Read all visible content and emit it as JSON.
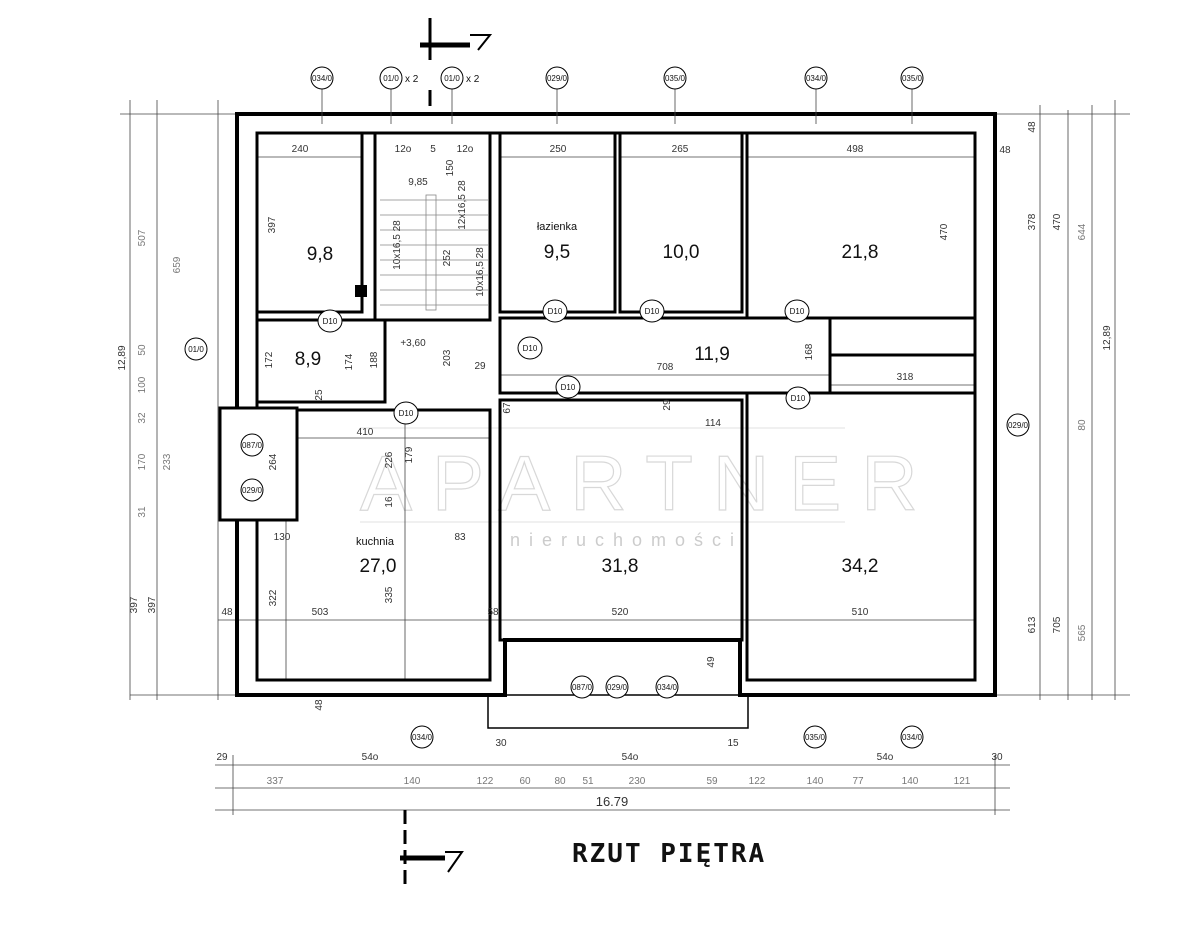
{
  "title": "RZUT PIĘTRA",
  "watermark": {
    "brand": "APARTNER",
    "sub": "nieruchomości"
  },
  "rooms": [
    {
      "name": "",
      "area": "9,8"
    },
    {
      "name": "łazienka",
      "area": "9,5"
    },
    {
      "name": "",
      "area": "10,0"
    },
    {
      "name": "",
      "area": "21,8"
    },
    {
      "name": "",
      "area": "8,9"
    },
    {
      "name": "",
      "area": "11,9"
    },
    {
      "name": "kuchnia",
      "area": "27,0"
    },
    {
      "name": "",
      "area": "31,8"
    },
    {
      "name": "",
      "area": "34,2"
    }
  ],
  "dimensions": [
    "240",
    "12o",
    "5",
    "12o",
    "9,85",
    "150",
    "10x16,5 28",
    "12x16,5 28",
    "252",
    "10x16,5 28",
    "+3,60",
    "203",
    "250",
    "265",
    "498",
    "48",
    "48",
    "397",
    "470",
    "378",
    "470",
    "644",
    "12,89",
    "12,89",
    "507",
    "659",
    "50",
    "100",
    "32",
    "170",
    "233",
    "31",
    "397",
    "397",
    "172",
    "174",
    "188",
    "25",
    "29",
    "708",
    "168",
    "318",
    "67",
    "29",
    "114",
    "410",
    "264",
    "226",
    "179",
    "16",
    "130",
    "83",
    "322",
    "335",
    "48",
    "503",
    "58",
    "520",
    "510",
    "48",
    "49",
    "613",
    "705",
    "565",
    "80"
  ],
  "bottom_dimensions": {
    "row1": [
      "29",
      "54o",
      "30",
      "54o",
      "15",
      "54o",
      "30"
    ],
    "row2": [
      "337",
      "140",
      "122",
      "60",
      "80",
      "51",
      "230",
      "59",
      "122",
      "140",
      "77",
      "140",
      "121"
    ],
    "total": "16.79"
  },
  "window_tags": [
    "034/0",
    "01/0",
    "01/0",
    "029/0",
    "035/0",
    "034/0",
    "035/0",
    "01/0",
    "087/0",
    "029/0",
    "029/0",
    "087/0",
    "029/0",
    "034/0",
    "034/0",
    "035/0",
    "034/0"
  ],
  "multiplier": [
    "x 2",
    "x 2"
  ],
  "door_tags": [
    "D10",
    "D10",
    "D10",
    "D10",
    "D10",
    "D10",
    "D10",
    "D10"
  ]
}
